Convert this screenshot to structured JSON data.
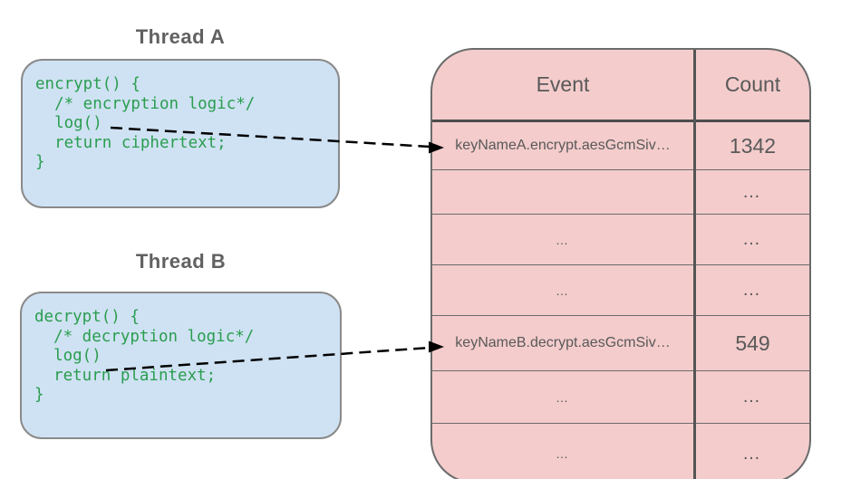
{
  "thread_a": {
    "title": "Thread A",
    "code_lines": [
      "encrypt() {",
      "  /* encryption logic*/",
      "  log()",
      "  return ciphertext;",
      "}"
    ]
  },
  "thread_b": {
    "title": "Thread B",
    "code_lines": [
      "decrypt() {",
      "  /* decryption logic*/",
      "  log()",
      "  return plaintext;",
      "}"
    ]
  },
  "table": {
    "header": {
      "event": "Event",
      "count": "Count"
    },
    "rows": [
      {
        "event": "keyNameA.encrypt.aesGcmSiv…",
        "count": "1342"
      },
      {
        "event": "",
        "count": "…"
      },
      {
        "event": "…",
        "count": "…"
      },
      {
        "event": "…",
        "count": "…"
      },
      {
        "event": "keyNameB.decrypt.aesGcmSiv…",
        "count": "549"
      },
      {
        "event": "…",
        "count": "…"
      },
      {
        "event": "…",
        "count": "…"
      }
    ]
  },
  "colors": {
    "background": "#ffffff",
    "code_box_fill": "#cfe2f3",
    "code_box_border": "#8a8a8a",
    "code_text": "#2a9d4f",
    "title_text": "#616161",
    "table_fill": "#f4cccc",
    "table_border": "#6b6b6b",
    "table_divider": "#555555",
    "table_text": "#595959",
    "arrow": "#000000"
  }
}
